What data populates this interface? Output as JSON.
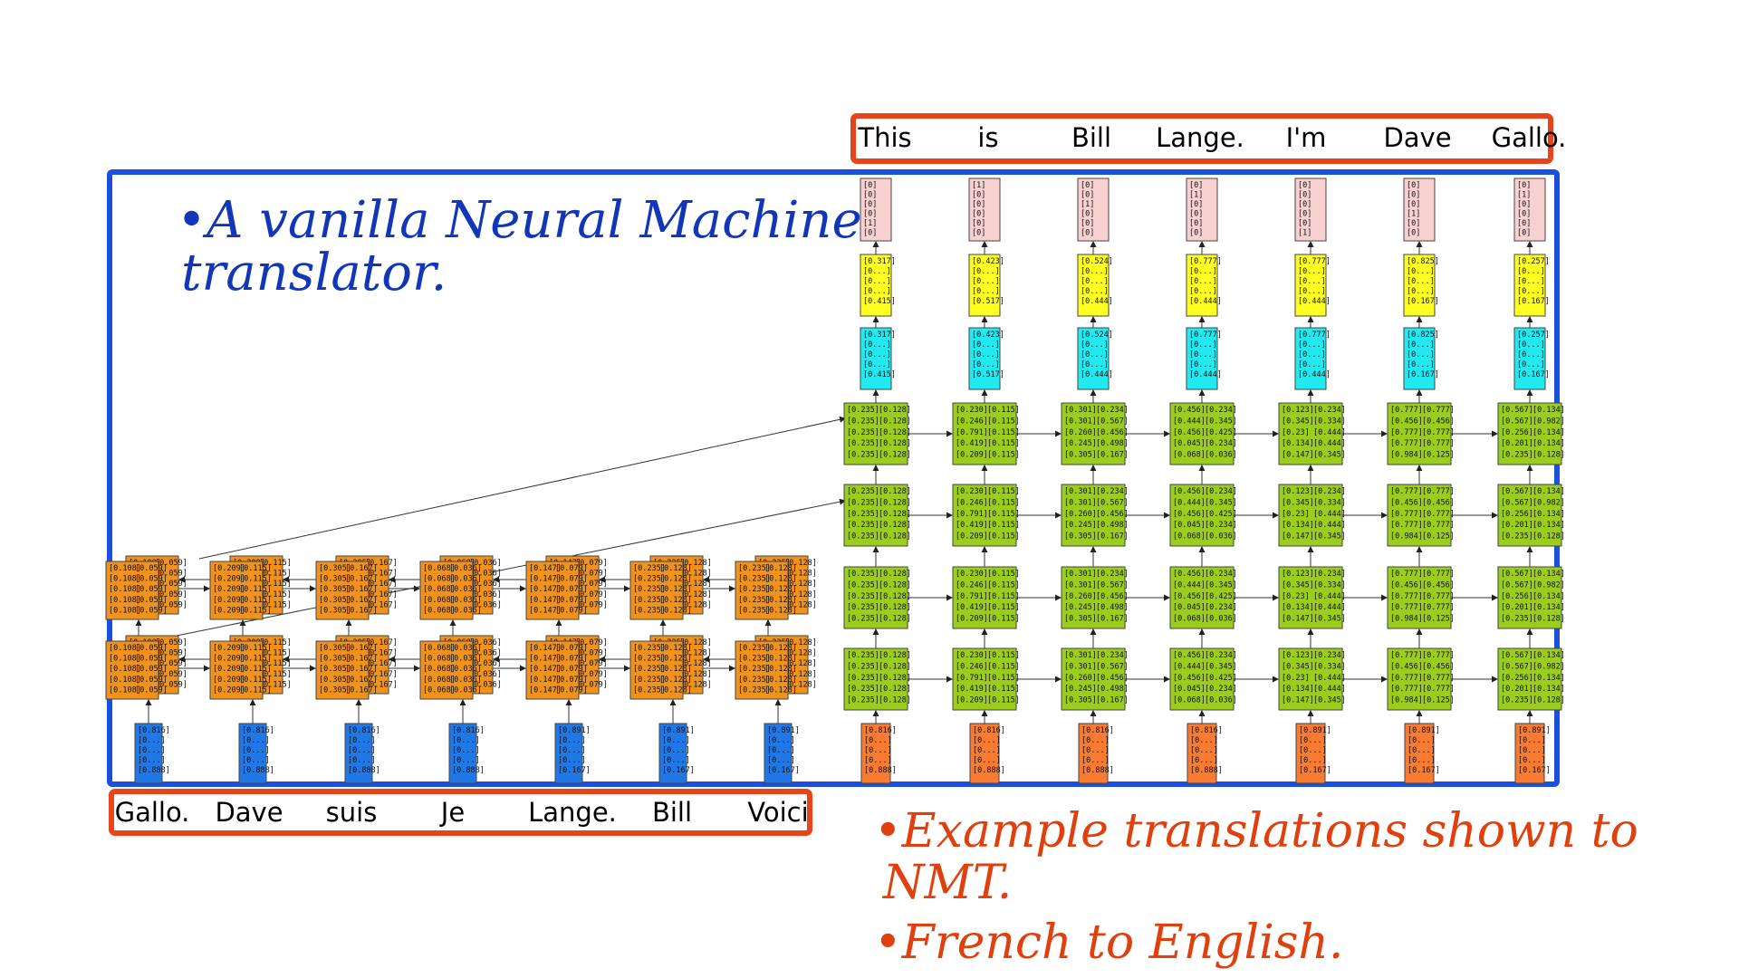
{
  "annotations": {
    "blue_note": [
      "•A vanilla Neural Machine",
      "translator."
    ],
    "red_note_1": [
      "•Example translations shown to",
      "NMT."
    ],
    "red_note_2": "•French to English."
  },
  "source_words": [
    "Gallo.",
    "Dave",
    "suis",
    "Je",
    "Lange.",
    "Bill",
    "Voici"
  ],
  "target_words": [
    "This",
    "is",
    "Bill",
    "Lange.",
    "I'm",
    "Dave",
    "Gallo."
  ],
  "encoder": {
    "embeddings": [
      [
        "[0.816]",
        "[0...]",
        "[0...]",
        "[0...]",
        "[0.888]"
      ],
      [
        "[0.816]",
        "[0...]",
        "[0...]",
        "[0...]",
        "[0.888]"
      ],
      [
        "[0.816]",
        "[0...]",
        "[0...]",
        "[0...]",
        "[0.888]"
      ],
      [
        "[0.816]",
        "[0...]",
        "[0...]",
        "[0...]",
        "[0.888]"
      ],
      [
        "[0.891]",
        "[0...]",
        "[0...]",
        "[0...]",
        "[0.167]"
      ],
      [
        "[0.891]",
        "[0...]",
        "[0...]",
        "[0...]",
        "[0.167]"
      ],
      [
        "[0.891]",
        "[0...]",
        "[0...]",
        "[0...]",
        "[0.167]"
      ]
    ],
    "hidden_pairs": [
      [
        "[0.108]",
        "[0.059]"
      ],
      [
        "[0.209]",
        "[0.115]"
      ],
      [
        "[0.305]",
        "[0.167]"
      ],
      [
        "[0.068]",
        "[0.036]"
      ],
      [
        "[0.147]",
        "[0.079]"
      ],
      [
        "[0.235]",
        "[0.128]"
      ],
      [
        "[0.235]",
        "[0.128]"
      ]
    ]
  },
  "decoder": {
    "embeddings": [
      [
        "[0.816]",
        "[0...]",
        "[0...]",
        "[0...]",
        "[0.888]"
      ],
      [
        "[0.816]",
        "[0...]",
        "[0...]",
        "[0...]",
        "[0.888]"
      ],
      [
        "[0.816]",
        "[0...]",
        "[0...]",
        "[0...]",
        "[0.888]"
      ],
      [
        "[0.816]",
        "[0...]",
        "[0...]",
        "[0...]",
        "[0.888]"
      ],
      [
        "[0.891]",
        "[0...]",
        "[0...]",
        "[0...]",
        "[0.167]"
      ],
      [
        "[0.891]",
        "[0...]",
        "[0...]",
        "[0...]",
        "[0.167]"
      ],
      [
        "[0.891]",
        "[0...]",
        "[0...]",
        "[0...]",
        "[0.167]"
      ]
    ],
    "hidden": [
      [
        [
          "[0.235]",
          "[0.128]"
        ],
        [
          "[0.235]",
          "[0.128]"
        ],
        [
          "[0.235]",
          "[0.128]"
        ],
        [
          "[0.235]",
          "[0.128]"
        ],
        [
          "[0.235]",
          "[0.128]"
        ]
      ],
      [
        [
          "[0.230]",
          "[0.115]"
        ],
        [
          "[0.246]",
          "[0.115]"
        ],
        [
          "[0.791]",
          "[0.115]"
        ],
        [
          "[0.419]",
          "[0.115]"
        ],
        [
          "[0.209]",
          "[0.115]"
        ]
      ],
      [
        [
          "[0.301]",
          "[0.234]"
        ],
        [
          "[0.301]",
          "[0.567]"
        ],
        [
          "[0.260]",
          "[0.456]"
        ],
        [
          "[0.245]",
          "[0.498]"
        ],
        [
          "[0.305]",
          "[0.167]"
        ]
      ],
      [
        [
          "[0.456]",
          "[0.234]"
        ],
        [
          "[0.444]",
          "[0.345]"
        ],
        [
          "[0.456]",
          "[0.425]"
        ],
        [
          "[0.045]",
          "[0.234]"
        ],
        [
          "[0.068]",
          "[0.036]"
        ]
      ],
      [
        [
          "[0.123]",
          "[0.234]"
        ],
        [
          "[0.345]",
          "[0.334]"
        ],
        [
          "[0.23]",
          "[0.444]"
        ],
        [
          "[0.134]",
          "[0.444]"
        ],
        [
          "[0.147]",
          "[0.345]"
        ]
      ],
      [
        [
          "[0.777]",
          "[0.777]"
        ],
        [
          "[0.456]",
          "[0.456]"
        ],
        [
          "[0.777]",
          "[0.777]"
        ],
        [
          "[0.777]",
          "[0.777]"
        ],
        [
          "[0.984]",
          "[0.125]"
        ]
      ],
      [
        [
          "[0.567]",
          "[0.134]"
        ],
        [
          "[0.567]",
          "[0.982]"
        ],
        [
          "[0.256]",
          "[0.134]"
        ],
        [
          "[0.201]",
          "[0.134]"
        ],
        [
          "[0.235]",
          "[0.128]"
        ]
      ]
    ],
    "logits": [
      [
        "[0.317]",
        "[0...]",
        "[0...]",
        "[0...]",
        "[0.415]"
      ],
      [
        "[0.423]",
        "[0...]",
        "[0...]",
        "[0...]",
        "[0.517]"
      ],
      [
        "[0.524]",
        "[0...]",
        "[0...]",
        "[0...]",
        "[0.444]"
      ],
      [
        "[0.777]",
        "[0...]",
        "[0...]",
        "[0...]",
        "[0.444]"
      ],
      [
        "[0.777]",
        "[0...]",
        "[0...]",
        "[0...]",
        "[0.444]"
      ],
      [
        "[0.825]",
        "[0...]",
        "[0...]",
        "[0...]",
        "[0.167]"
      ],
      [
        "[0.257]",
        "[0...]",
        "[0...]",
        "[0...]",
        "[0.167]"
      ]
    ],
    "onehots": [
      [
        "[0]",
        "[0]",
        "[0]",
        "[0]",
        "[1]",
        "[0]"
      ],
      [
        "[1]",
        "[0]",
        "[0]",
        "[0]",
        "[0]",
        "[0]"
      ],
      [
        "[0]",
        "[0]",
        "[1]",
        "[0]",
        "[0]",
        "[0]"
      ],
      [
        "[0]",
        "[1]",
        "[0]",
        "[0]",
        "[0]",
        "[0]"
      ],
      [
        "[0]",
        "[0]",
        "[0]",
        "[0]",
        "[0]",
        "[1]"
      ],
      [
        "[0]",
        "[0]",
        "[0]",
        "[1]",
        "[0]",
        "[0]"
      ],
      [
        "[0]",
        "[1]",
        "[0]",
        "[0]",
        "[0]",
        "[0]"
      ]
    ]
  },
  "colors": {
    "frame_blue": "#1a4fe0",
    "frame_red": "#e8441a",
    "encoder_hidden": "#f0921e",
    "encoder_embedding": "#1f78e6",
    "decoder_hidden": "#9acd1e",
    "decoder_embedding": "#f97b32",
    "softmax": "#22e8f0",
    "logits": "#ffff22",
    "onehot": "#f7d0d0",
    "note_blue": "#1236b8",
    "note_red": "#e0400d"
  }
}
